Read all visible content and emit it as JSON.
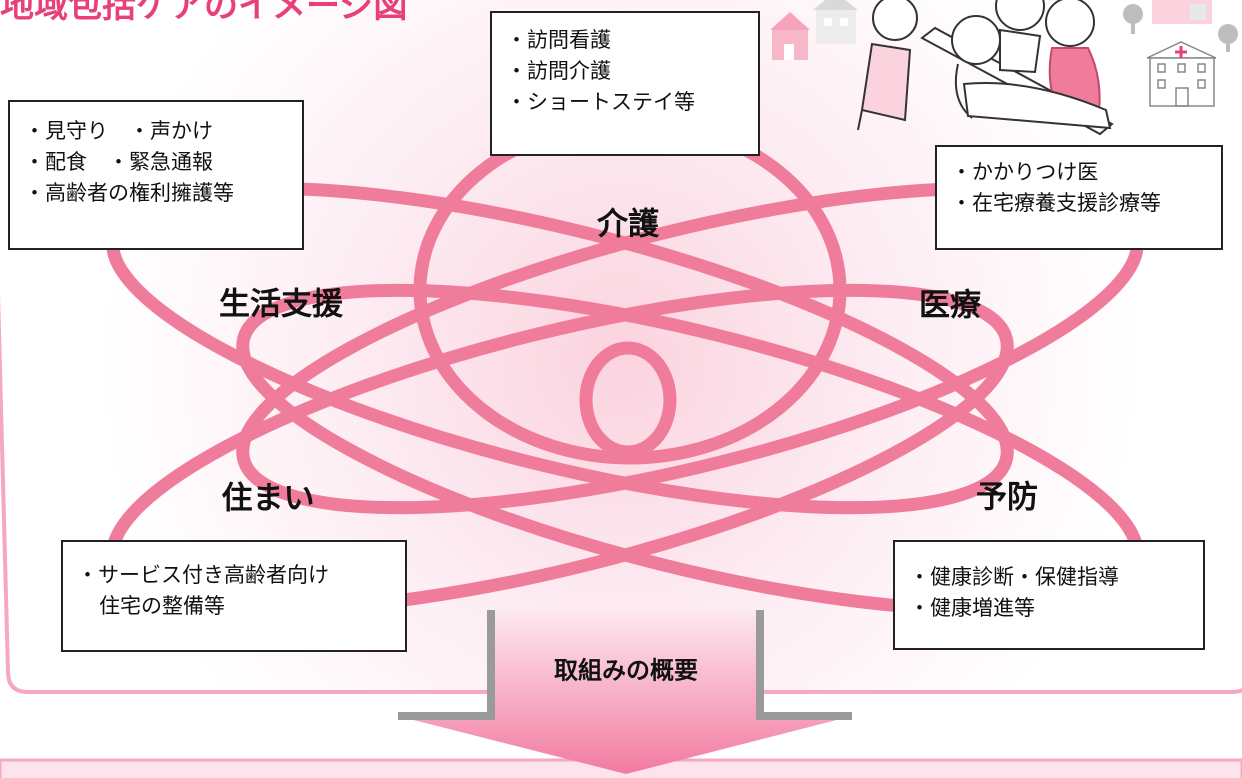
{
  "title": "地域包括ケアのイメージ図",
  "domains": {
    "kaigo": "介護",
    "seikatsu": "生活支援",
    "iryo": "医療",
    "sumai": "住まい",
    "yobo": "予防"
  },
  "boxes": {
    "kaigo": [
      "・訪問看護",
      "・訪問介護",
      "・ショートステイ等"
    ],
    "seikatsu": [
      "・見守り　・声かけ",
      "・配食　・緊急通報",
      "・高齢者の権利擁護等"
    ],
    "iryo": [
      "・かかりつけ医",
      "・在宅療養支援診療等"
    ],
    "sumai": [
      "・サービス付き高齢者向け",
      "住宅の整備等"
    ],
    "yobo": [
      "・健康診断・保健指導",
      "・健康増進等"
    ]
  },
  "arrow_label": "取組みの概要",
  "colors": {
    "petal": "#f07c9c",
    "title": "#e8407a",
    "panel_border": "#f5a9c0",
    "glow": "#fbd3df"
  },
  "icons": [
    "houses-icon",
    "elderly-care-illustration",
    "tree-icon",
    "hospital-icon"
  ]
}
